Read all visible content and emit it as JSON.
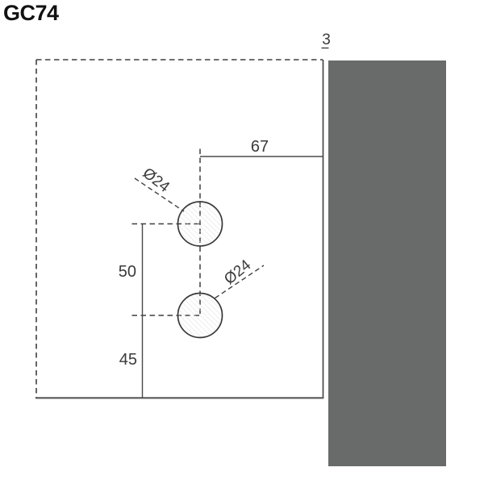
{
  "title": "GC74",
  "drawing": {
    "wall_gap_label": "3",
    "horizontal_offset_label": "67",
    "hole_spacing_label": "50",
    "bottom_offset_label": "45",
    "holes": [
      {
        "diameter_label": "Ø24"
      },
      {
        "diameter_label": "Ø24"
      }
    ]
  },
  "colors": {
    "wall_fill": "#696b6a",
    "wall_border": "#c3c5c4",
    "line": "#3f3f3f",
    "bottom_edge": "#56585a",
    "label_text": "#3a3a3a",
    "title_text": "#111111",
    "hatch": "#e1e1e1"
  }
}
